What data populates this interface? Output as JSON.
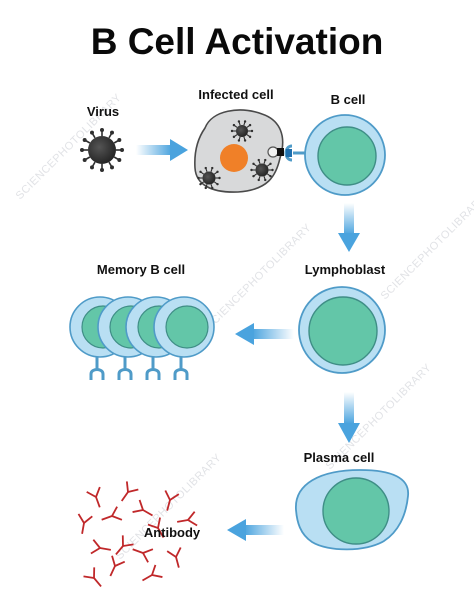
{
  "title": "B Cell Activation",
  "labels": {
    "virus": "Virus",
    "infected_cell": "Infected cell",
    "b_cell": "B cell",
    "memory_b_cell": "Memory B cell",
    "lymphoblast": "Lymphoblast",
    "plasma_cell": "Plasma cell",
    "antibody": "Antibody"
  },
  "watermark": "SCIENCEPHOTOLIBRARY",
  "colors": {
    "cell_outer": "#b9dff3",
    "cell_outline": "#4f9bc8",
    "nucleus": "#63c6a8",
    "nucleus_outline": "#3f8e86",
    "infected_cell": "#d8d9da",
    "infected_nucleus": "#f08028",
    "virus": "#2f2f2f",
    "arrow": "#4aa3de",
    "antibody": "#c0282a"
  }
}
